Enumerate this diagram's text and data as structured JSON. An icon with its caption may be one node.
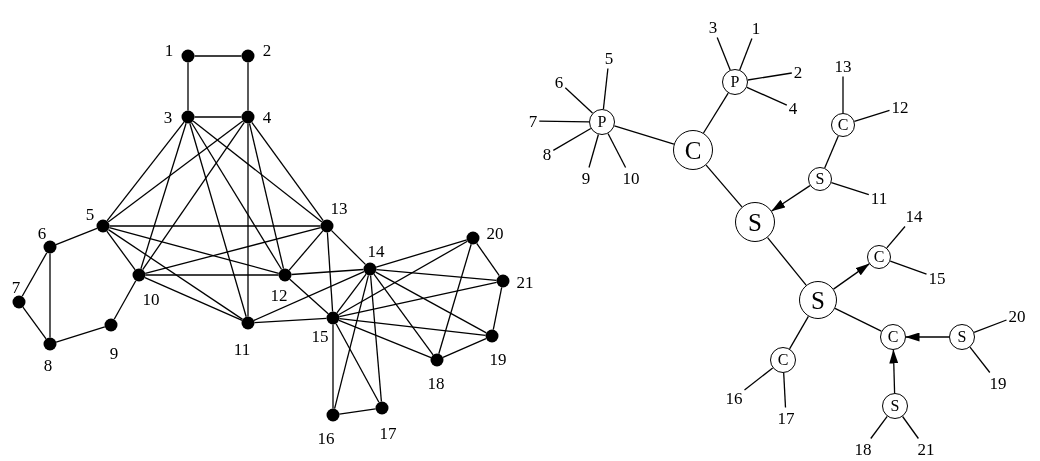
{
  "diagram": {
    "nodes": [
      {
        "text": [],
        "shape": "circle",
        "beside": [
          "1"
        ]
      },
      {
        "text": [],
        "shape": "circle",
        "beside": [
          "2"
        ]
      },
      {
        "text": [],
        "shape": "circle",
        "beside": [
          "3"
        ]
      },
      {
        "text": [],
        "shape": "circle",
        "beside": [
          "4"
        ]
      },
      {
        "text": [],
        "shape": "circle",
        "beside": [
          "5"
        ]
      },
      {
        "text": [],
        "shape": "circle",
        "beside": [
          "6"
        ]
      },
      {
        "text": [],
        "shape": "circle",
        "beside": [
          "7"
        ]
      },
      {
        "text": [],
        "shape": "circle",
        "beside": [
          "8"
        ]
      },
      {
        "text": [],
        "shape": "circle",
        "beside": [
          "9"
        ]
      },
      {
        "text": [],
        "shape": "circle",
        "beside": [
          "10"
        ]
      },
      {
        "text": [],
        "shape": "circle",
        "beside": [
          "11"
        ]
      },
      {
        "text": [],
        "shape": "circle",
        "beside": [
          "12"
        ]
      },
      {
        "text": [],
        "shape": "circle",
        "beside": [
          "13"
        ]
      },
      {
        "text": [],
        "shape": "circle",
        "beside": [
          "14"
        ]
      },
      {
        "text": [],
        "shape": "circle",
        "beside": [
          "15"
        ]
      },
      {
        "text": [],
        "shape": "circle",
        "beside": [
          "16"
        ]
      },
      {
        "text": [],
        "shape": "circle",
        "beside": [
          "17"
        ]
      },
      {
        "text": [],
        "shape": "circle",
        "beside": [
          "18"
        ]
      },
      {
        "text": [],
        "shape": "circle",
        "beside": [
          "19"
        ]
      },
      {
        "text": [],
        "shape": "circle",
        "beside": [
          "20"
        ]
      },
      {
        "text": [],
        "shape": "circle",
        "beside": [
          "21"
        ]
      },
      {
        "text": [
          "P"
        ]
      },
      {
        "text": [
          "3"
        ]
      },
      {
        "text": [
          "1"
        ]
      },
      {
        "text": [
          "2"
        ]
      },
      {
        "text": [
          "4"
        ]
      },
      {
        "text": [
          "P"
        ]
      },
      {
        "text": [
          "5"
        ]
      },
      {
        "text": [
          "6"
        ]
      },
      {
        "text": [
          "7"
        ]
      },
      {
        "text": [
          "8"
        ]
      },
      {
        "text": [
          "9"
        ]
      },
      {
        "text": [
          "10"
        ]
      },
      {
        "text": [
          "C"
        ]
      },
      {
        "text": [
          "C"
        ]
      },
      {
        "text": [
          "13"
        ]
      },
      {
        "text": [
          "12"
        ]
      },
      {
        "text": [
          "S"
        ]
      },
      {
        "text": [
          "11"
        ]
      },
      {
        "text": [
          "S"
        ]
      },
      {
        "text": [
          "C"
        ]
      },
      {
        "text": [
          "14"
        ]
      },
      {
        "text": [
          "15"
        ]
      },
      {
        "text": [
          "S"
        ]
      },
      {
        "text": [
          "C"
        ]
      },
      {
        "text": [
          "S"
        ]
      },
      {
        "text": [
          "20"
        ]
      },
      {
        "text": [
          "19"
        ]
      },
      {
        "text": [
          "C"
        ]
      },
      {
        "text": [
          "16"
        ]
      },
      {
        "text": [
          "17"
        ]
      },
      {
        "text": [
          "S"
        ]
      },
      {
        "text": [
          "18"
        ]
      },
      {
        "text": [
          "21"
        ]
      }
    ],
    "edges": [
      {
        "from": 0,
        "to": 1,
        "arrow": "none"
      },
      {
        "from": 0,
        "to": 2,
        "arrow": "none"
      },
      {
        "from": 1,
        "to": 3,
        "arrow": "none"
      },
      {
        "from": 2,
        "to": 3,
        "arrow": "none"
      },
      {
        "from": 2,
        "to": 4,
        "arrow": "none"
      },
      {
        "from": 2,
        "to": 9,
        "arrow": "none"
      },
      {
        "from": 2,
        "to": 10,
        "arrow": "none"
      },
      {
        "from": 2,
        "to": 11,
        "arrow": "none"
      },
      {
        "from": 2,
        "to": 12,
        "arrow": "none"
      },
      {
        "from": 3,
        "to": 4,
        "arrow": "none"
      },
      {
        "from": 3,
        "to": 9,
        "arrow": "none"
      },
      {
        "from": 3,
        "to": 10,
        "arrow": "none"
      },
      {
        "from": 3,
        "to": 11,
        "arrow": "none"
      },
      {
        "from": 3,
        "to": 12,
        "arrow": "none"
      },
      {
        "from": 4,
        "to": 5,
        "arrow": "none"
      },
      {
        "from": 4,
        "to": 9,
        "arrow": "none"
      },
      {
        "from": 4,
        "to": 10,
        "arrow": "none"
      },
      {
        "from": 4,
        "to": 11,
        "arrow": "none"
      },
      {
        "from": 4,
        "to": 12,
        "arrow": "none"
      },
      {
        "from": 5,
        "to": 6,
        "arrow": "none"
      },
      {
        "from": 5,
        "to": 7,
        "arrow": "none"
      },
      {
        "from": 6,
        "to": 7,
        "arrow": "none"
      },
      {
        "from": 7,
        "to": 8,
        "arrow": "none"
      },
      {
        "from": 8,
        "to": 9,
        "arrow": "none"
      },
      {
        "from": 9,
        "to": 10,
        "arrow": "none"
      },
      {
        "from": 9,
        "to": 11,
        "arrow": "none"
      },
      {
        "from": 9,
        "to": 12,
        "arrow": "none"
      },
      {
        "from": 10,
        "to": 13,
        "arrow": "none"
      },
      {
        "from": 10,
        "to": 14,
        "arrow": "none"
      },
      {
        "from": 11,
        "to": 12,
        "arrow": "none"
      },
      {
        "from": 11,
        "to": 13,
        "arrow": "none"
      },
      {
        "from": 11,
        "to": 14,
        "arrow": "none"
      },
      {
        "from": 12,
        "to": 13,
        "arrow": "none"
      },
      {
        "from": 12,
        "to": 14,
        "arrow": "none"
      },
      {
        "from": 13,
        "to": 14,
        "arrow": "none"
      },
      {
        "from": 13,
        "to": 15,
        "arrow": "none"
      },
      {
        "from": 13,
        "to": 16,
        "arrow": "none"
      },
      {
        "from": 13,
        "to": 17,
        "arrow": "none"
      },
      {
        "from": 13,
        "to": 18,
        "arrow": "none"
      },
      {
        "from": 13,
        "to": 19,
        "arrow": "none"
      },
      {
        "from": 13,
        "to": 20,
        "arrow": "none"
      },
      {
        "from": 14,
        "to": 15,
        "arrow": "none"
      },
      {
        "from": 14,
        "to": 16,
        "arrow": "none"
      },
      {
        "from": 14,
        "to": 17,
        "arrow": "none"
      },
      {
        "from": 14,
        "to": 18,
        "arrow": "none"
      },
      {
        "from": 14,
        "to": 19,
        "arrow": "none"
      },
      {
        "from": 14,
        "to": 20,
        "arrow": "none"
      },
      {
        "from": 15,
        "to": 16,
        "arrow": "none"
      },
      {
        "from": 17,
        "to": 18,
        "arrow": "none"
      },
      {
        "from": 17,
        "to": 19,
        "arrow": "none"
      },
      {
        "from": 18,
        "to": 20,
        "arrow": "none"
      },
      {
        "from": 19,
        "to": 20,
        "arrow": "none"
      },
      {
        "from": 21,
        "to": 22,
        "arrow": "none"
      },
      {
        "from": 21,
        "to": 23,
        "arrow": "none"
      },
      {
        "from": 21,
        "to": 24,
        "arrow": "none"
      },
      {
        "from": 21,
        "to": 25,
        "arrow": "none"
      },
      {
        "from": 26,
        "to": 27,
        "arrow": "none"
      },
      {
        "from": 26,
        "to": 28,
        "arrow": "none"
      },
      {
        "from": 26,
        "to": 29,
        "arrow": "none"
      },
      {
        "from": 26,
        "to": 30,
        "arrow": "none"
      },
      {
        "from": 26,
        "to": 31,
        "arrow": "none"
      },
      {
        "from": 26,
        "to": 32,
        "arrow": "none"
      },
      {
        "from": 26,
        "to": 33,
        "arrow": "none"
      },
      {
        "from": 33,
        "to": 21,
        "arrow": "none"
      },
      {
        "from": 33,
        "to": 39,
        "arrow": "none"
      },
      {
        "from": 34,
        "to": 35,
        "arrow": "none"
      },
      {
        "from": 34,
        "to": 36,
        "arrow": "none"
      },
      {
        "from": 37,
        "to": 34,
        "arrow": "none"
      },
      {
        "from": 37,
        "to": 38,
        "arrow": "none"
      },
      {
        "from": 37,
        "to": 39,
        "arrow": "to"
      },
      {
        "from": 39,
        "to": 43,
        "arrow": "none"
      },
      {
        "from": 43,
        "to": 40,
        "arrow": "to"
      },
      {
        "from": 40,
        "to": 41,
        "arrow": "none"
      },
      {
        "from": 40,
        "to": 42,
        "arrow": "none"
      },
      {
        "from": 43,
        "to": 44,
        "arrow": "none"
      },
      {
        "from": 45,
        "to": 44,
        "arrow": "to"
      },
      {
        "from": 45,
        "to": 46,
        "arrow": "none"
      },
      {
        "from": 45,
        "to": 47,
        "arrow": "none"
      },
      {
        "from": 43,
        "to": 48,
        "arrow": "none"
      },
      {
        "from": 48,
        "to": 49,
        "arrow": "none"
      },
      {
        "from": 48,
        "to": 50,
        "arrow": "none"
      },
      {
        "from": 51,
        "to": 44,
        "arrow": "to"
      },
      {
        "from": 51,
        "to": 52,
        "arrow": "none"
      },
      {
        "from": 51,
        "to": 53,
        "arrow": "none"
      }
    ]
  }
}
